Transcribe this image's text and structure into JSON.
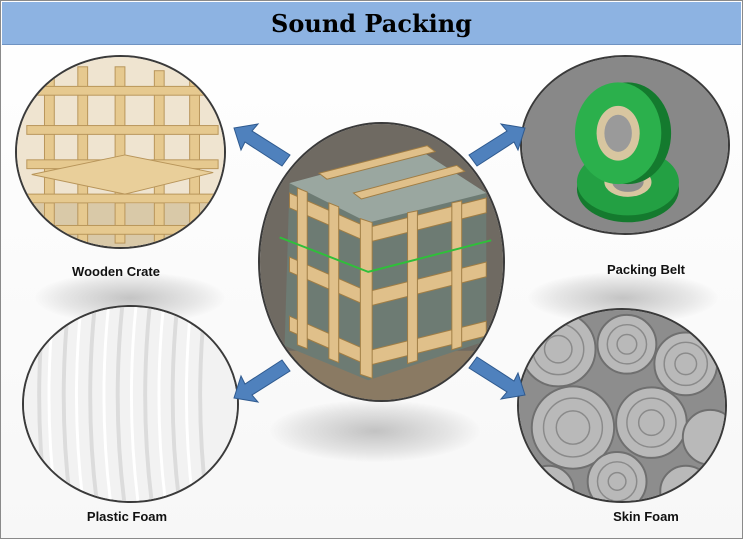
{
  "title": "Sound Packing",
  "center": {
    "icon": "wooden-crate-with-stone-slabs-icon"
  },
  "items": [
    {
      "id": "wooden-crate",
      "label": "Wooden Crate",
      "icon": "wooden-crate-icon"
    },
    {
      "id": "packing-belt",
      "label": "Packing Belt",
      "icon": "green-strap-rolls-icon"
    },
    {
      "id": "plastic-foam",
      "label": "Plastic Foam",
      "icon": "white-foam-sheet-icon"
    },
    {
      "id": "skin-foam",
      "label": "Skin Foam",
      "icon": "foam-rolls-icon"
    }
  ],
  "colors": {
    "title_bar": "#8db3e2",
    "arrow": "#4f81bd",
    "arrow_stroke": "#2f5a8f"
  }
}
